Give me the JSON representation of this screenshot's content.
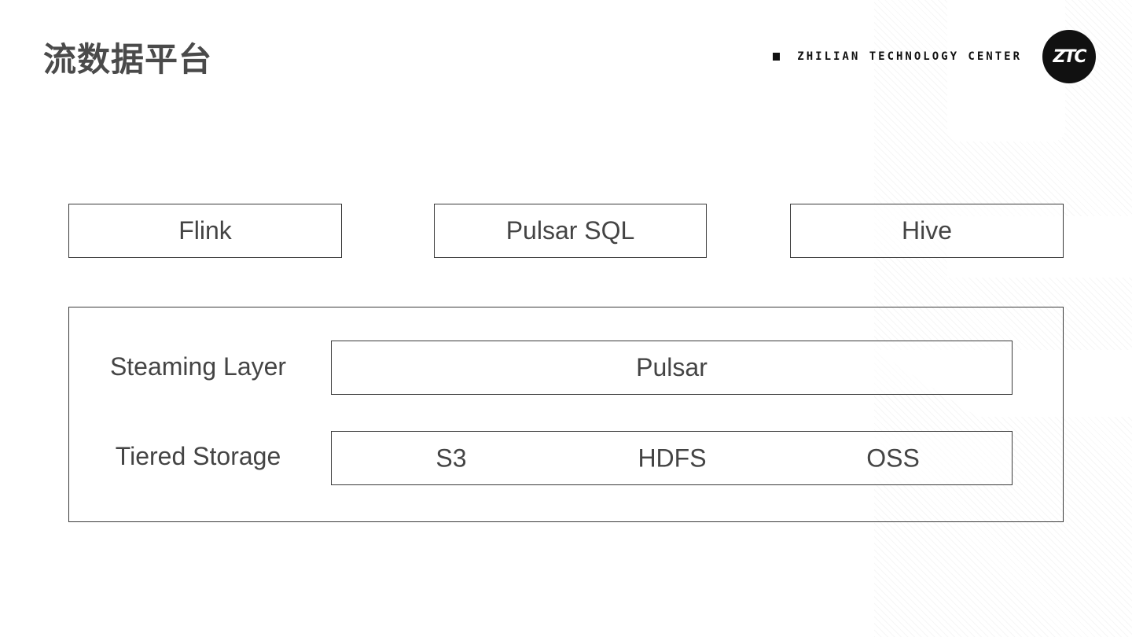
{
  "header": {
    "title": "流数据平台",
    "brand_text": "ZHILIAN TECHNOLOGY CENTER",
    "logo_text": "ZTC"
  },
  "top_components": [
    "Flink",
    "Pulsar SQL",
    "Hive"
  ],
  "layers": {
    "streaming": {
      "label": "Steaming Layer",
      "component": "Pulsar"
    },
    "storage": {
      "label": "Tiered Storage",
      "items": [
        "S3",
        "HDFS",
        "OSS"
      ]
    }
  }
}
